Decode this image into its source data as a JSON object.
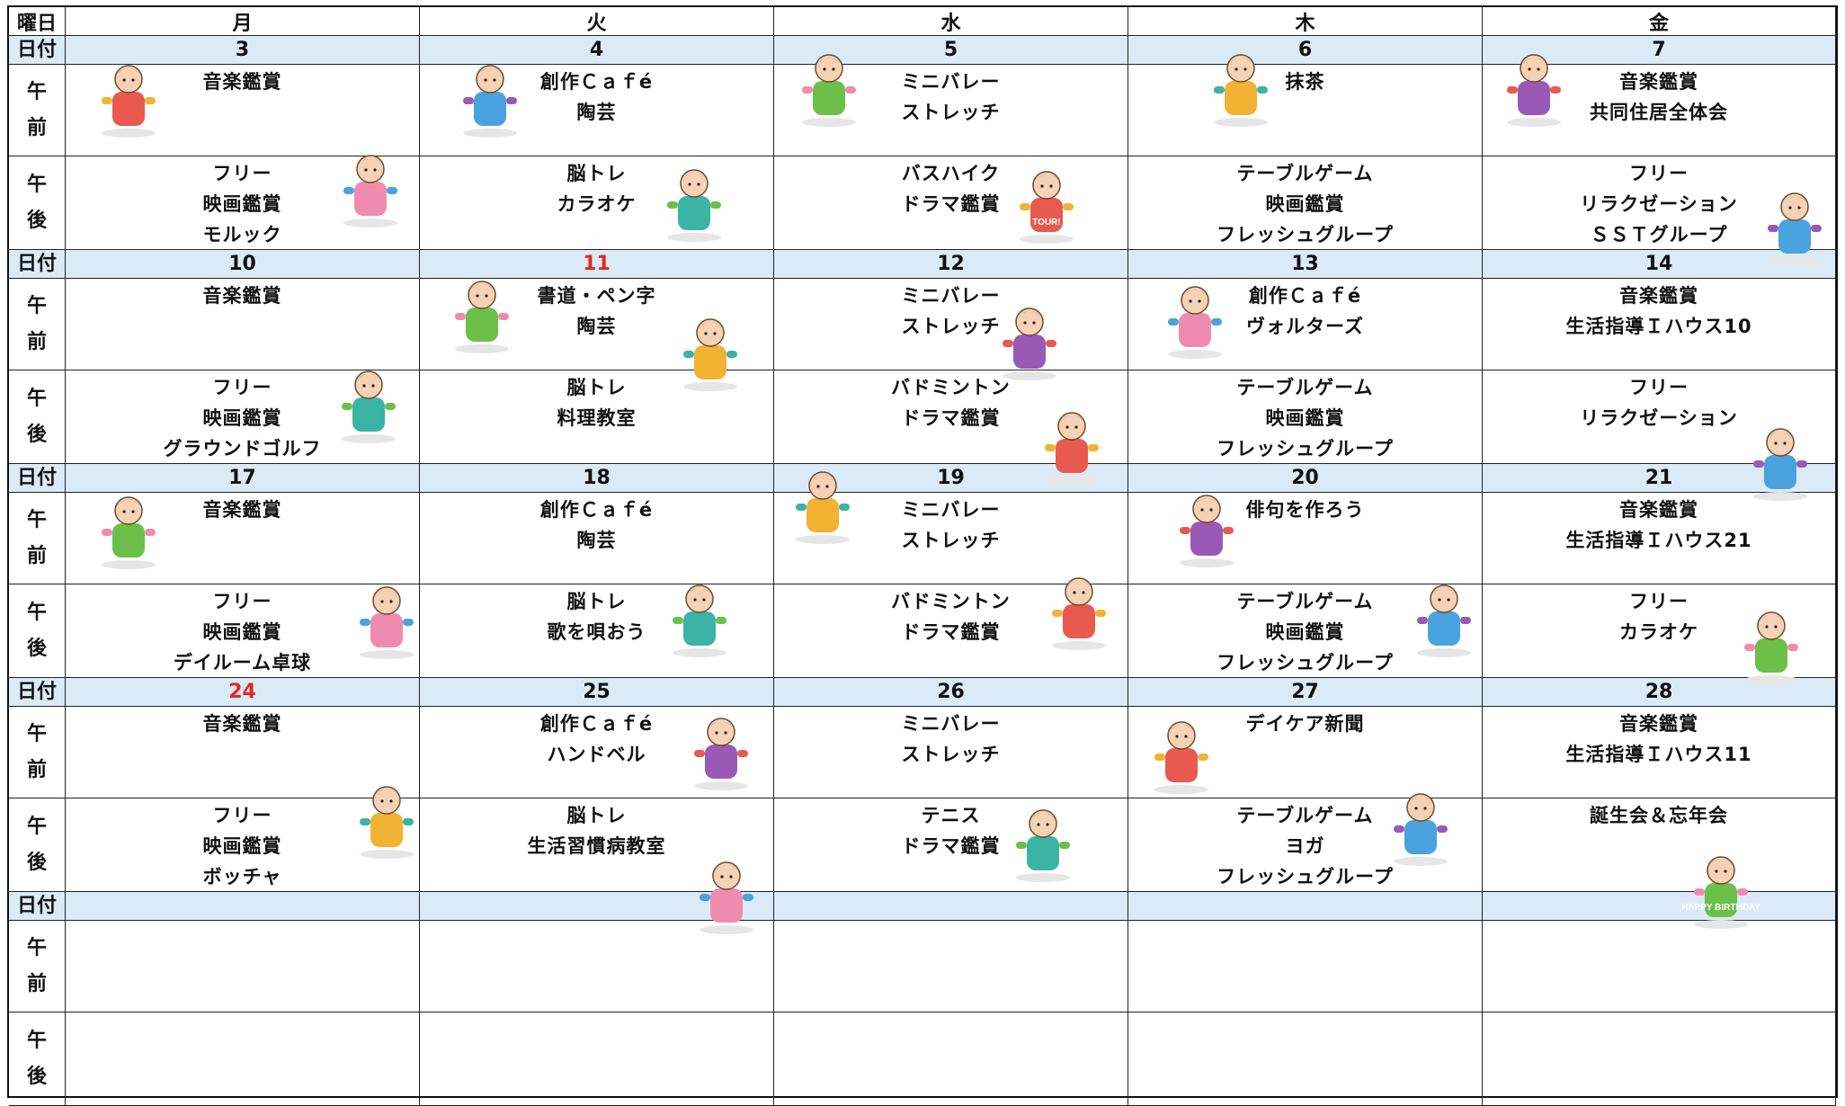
{
  "header": {
    "corner": "曜日",
    "days": [
      "月",
      "火",
      "水",
      "木",
      "金"
    ]
  },
  "labels": {
    "date": "日付",
    "am": [
      "午",
      "前"
    ],
    "pm": [
      "午",
      "後"
    ]
  },
  "colors": {
    "date_bar": "#dbeaf7",
    "holiday_date": "#e4281d",
    "border": "#222222"
  },
  "weeks": [
    {
      "dates": [
        {
          "d": "3",
          "red": false
        },
        {
          "d": "4",
          "red": false
        },
        {
          "d": "5",
          "red": false
        },
        {
          "d": "6",
          "red": false
        },
        {
          "d": "7",
          "red": false
        }
      ],
      "am": [
        [
          "音楽鑑賞"
        ],
        [
          "創作Ｃａｆé",
          "陶芸"
        ],
        [
          "ミニバレー",
          "ストレッチ"
        ],
        [
          "抹茶"
        ],
        [
          "音楽鑑賞",
          "共同住居全体会"
        ]
      ],
      "pm": [
        [
          "フリー",
          "映画鑑賞",
          "モルック"
        ],
        [
          "脳トレ",
          "カラオケ"
        ],
        [
          "バスハイク",
          "ドラマ鑑賞"
        ],
        [
          "テーブルゲーム",
          "映画鑑賞",
          "フレッシュグループ"
        ],
        [
          "フリー",
          "リラクゼーション",
          "ＳＳＴグループ"
        ]
      ]
    },
    {
      "dates": [
        {
          "d": "10",
          "red": false
        },
        {
          "d": "11",
          "red": true
        },
        {
          "d": "12",
          "red": false
        },
        {
          "d": "13",
          "red": false
        },
        {
          "d": "14",
          "red": false
        }
      ],
      "am": [
        [
          "音楽鑑賞"
        ],
        [
          "書道・ペン字",
          "陶芸"
        ],
        [
          "ミニバレー",
          "ストレッチ"
        ],
        [
          "創作Ｃａｆé",
          "ヴォルターズ"
        ],
        [
          "音楽鑑賞",
          "生活指導Ｉハウス10"
        ]
      ],
      "pm": [
        [
          "フリー",
          "映画鑑賞",
          "グラウンドゴルフ"
        ],
        [
          "脳トレ",
          "料理教室"
        ],
        [
          "バドミントン",
          "ドラマ鑑賞"
        ],
        [
          "テーブルゲーム",
          "映画鑑賞",
          "フレッシュグループ"
        ],
        [
          "フリー",
          "リラクゼーション"
        ]
      ]
    },
    {
      "dates": [
        {
          "d": "17",
          "red": false
        },
        {
          "d": "18",
          "red": false
        },
        {
          "d": "19",
          "red": false
        },
        {
          "d": "20",
          "red": false
        },
        {
          "d": "21",
          "red": false
        }
      ],
      "am": [
        [
          "音楽鑑賞"
        ],
        [
          "創作Ｃａｆé",
          "陶芸"
        ],
        [
          "ミニバレー",
          "ストレッチ"
        ],
        [
          "俳句を作ろう"
        ],
        [
          "音楽鑑賞",
          "生活指導Ｉハウス21"
        ]
      ],
      "pm": [
        [
          "フリー",
          "映画鑑賞",
          "デイルーム卓球"
        ],
        [
          "脳トレ",
          "歌を唄おう"
        ],
        [
          "バドミントン",
          "ドラマ鑑賞"
        ],
        [
          "テーブルゲーム",
          "映画鑑賞",
          "フレッシュグループ"
        ],
        [
          "フリー",
          "カラオケ"
        ]
      ]
    },
    {
      "dates": [
        {
          "d": "24",
          "red": true
        },
        {
          "d": "25",
          "red": false
        },
        {
          "d": "26",
          "red": false
        },
        {
          "d": "27",
          "red": false
        },
        {
          "d": "28",
          "red": false
        }
      ],
      "am": [
        [
          "音楽鑑賞"
        ],
        [
          "創作Ｃａｆé",
          "ハンドベル"
        ],
        [
          "ミニバレー",
          "ストレッチ"
        ],
        [
          "デイケア新聞"
        ],
        [
          "音楽鑑賞",
          "生活指導Ｉハウス11"
        ]
      ],
      "pm": [
        [
          "フリー",
          "映画鑑賞",
          "ボッチャ"
        ],
        [
          "脳トレ",
          "生活習慣病教室"
        ],
        [
          "テニス",
          "ドラマ鑑賞"
        ],
        [
          "テーブルゲーム",
          "ヨガ",
          "フレッシュグループ"
        ],
        [
          "誕生会＆忘年会"
        ]
      ]
    },
    {
      "dates": [
        {
          "d": "",
          "red": false
        },
        {
          "d": "",
          "red": false
        },
        {
          "d": "",
          "red": false
        },
        {
          "d": "",
          "red": false
        },
        {
          "d": "",
          "red": false
        }
      ],
      "am": [
        [],
        [],
        [],
        [],
        []
      ],
      "pm": [
        [],
        [],
        [],
        [],
        []
      ]
    }
  ],
  "illustrations": [
    {
      "name": "music-listener-illustration",
      "text": ""
    },
    {
      "name": "craft-cafe-illustration",
      "text": ""
    },
    {
      "name": "volleyball-illustration",
      "text": ""
    },
    {
      "name": "tea-ceremony-illustration",
      "text": ""
    },
    {
      "name": "music-listener-illustration",
      "text": ""
    },
    {
      "name": "molkky-illustration",
      "text": ""
    },
    {
      "name": "karaoke-illustration",
      "text": ""
    },
    {
      "name": "tour-bus-illustration",
      "text": "TOUR!"
    },
    {
      "name": "group-meeting-illustration",
      "text": ""
    },
    {
      "name": "calligraphy-illustration",
      "text": ""
    },
    {
      "name": "pottery-illustration",
      "text": ""
    },
    {
      "name": "stretching-illustration",
      "text": ""
    },
    {
      "name": "basketball-illustration",
      "text": ""
    },
    {
      "name": "ground-golf-illustration",
      "text": ""
    },
    {
      "name": "tv-drama-illustration",
      "text": ""
    },
    {
      "name": "relaxing-cushion-illustration",
      "text": ""
    },
    {
      "name": "music-listener-illustration",
      "text": ""
    },
    {
      "name": "volleyball-illustration",
      "text": ""
    },
    {
      "name": "haiku-poet-illustration",
      "text": ""
    },
    {
      "name": "table-tennis-illustration",
      "text": ""
    },
    {
      "name": "choir-illustration",
      "text": ""
    },
    {
      "name": "badminton-illustration",
      "text": ""
    },
    {
      "name": "card-game-illustration",
      "text": ""
    },
    {
      "name": "karaoke-illustration",
      "text": ""
    },
    {
      "name": "boccia-illustration",
      "text": ""
    },
    {
      "name": "handbell-illustration",
      "text": ""
    },
    {
      "name": "health-class-illustration",
      "text": ""
    },
    {
      "name": "tennis-dog-illustration",
      "text": ""
    },
    {
      "name": "newspaper-illustration",
      "text": ""
    },
    {
      "name": "yoga-illustration",
      "text": ""
    },
    {
      "name": "birthday-party-illustration",
      "text": "HAPPY BIRTHDAY"
    }
  ]
}
